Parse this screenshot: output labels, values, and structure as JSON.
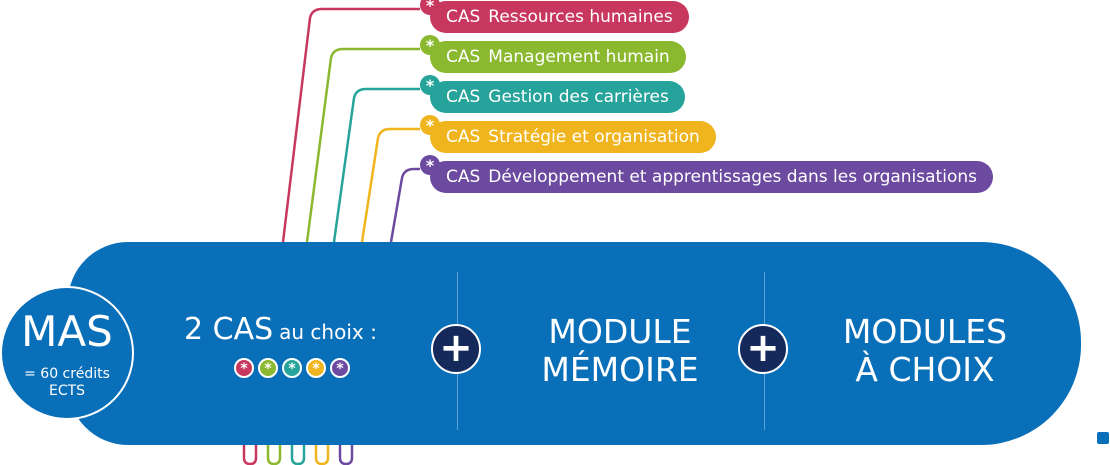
{
  "cas_list": [
    {
      "prefix": "CAS",
      "label": "Ressources humaines",
      "color": "#c8385e",
      "star": "*"
    },
    {
      "prefix": "CAS",
      "label": "Management humain",
      "color": "#8ab82e",
      "star": "*"
    },
    {
      "prefix": "CAS",
      "label": "Gestion des carrières",
      "color": "#26a39a",
      "star": "*"
    },
    {
      "prefix": "CAS",
      "label": "Stratégie et organisation",
      "color": "#f0b51e",
      "star": "*"
    },
    {
      "prefix": "CAS",
      "label": "Développement et apprentissages dans les organisations",
      "color": "#6b4aa0",
      "star": "*"
    }
  ],
  "mas": {
    "title": "MAS",
    "subtitle_line1": "= 60 crédits",
    "subtitle_line2": "ECTS"
  },
  "choice": {
    "main": "2 CAS",
    "small": "au choix :"
  },
  "plus_symbol": "+",
  "module_memoire": {
    "line1": "MODULE",
    "line2": "MÉMOIRE"
  },
  "modules_choix": {
    "line1": "MODULES",
    "line2": "À CHOIX"
  },
  "colors": {
    "band": "#0a6fb9",
    "plus_bg": "#15295a"
  }
}
